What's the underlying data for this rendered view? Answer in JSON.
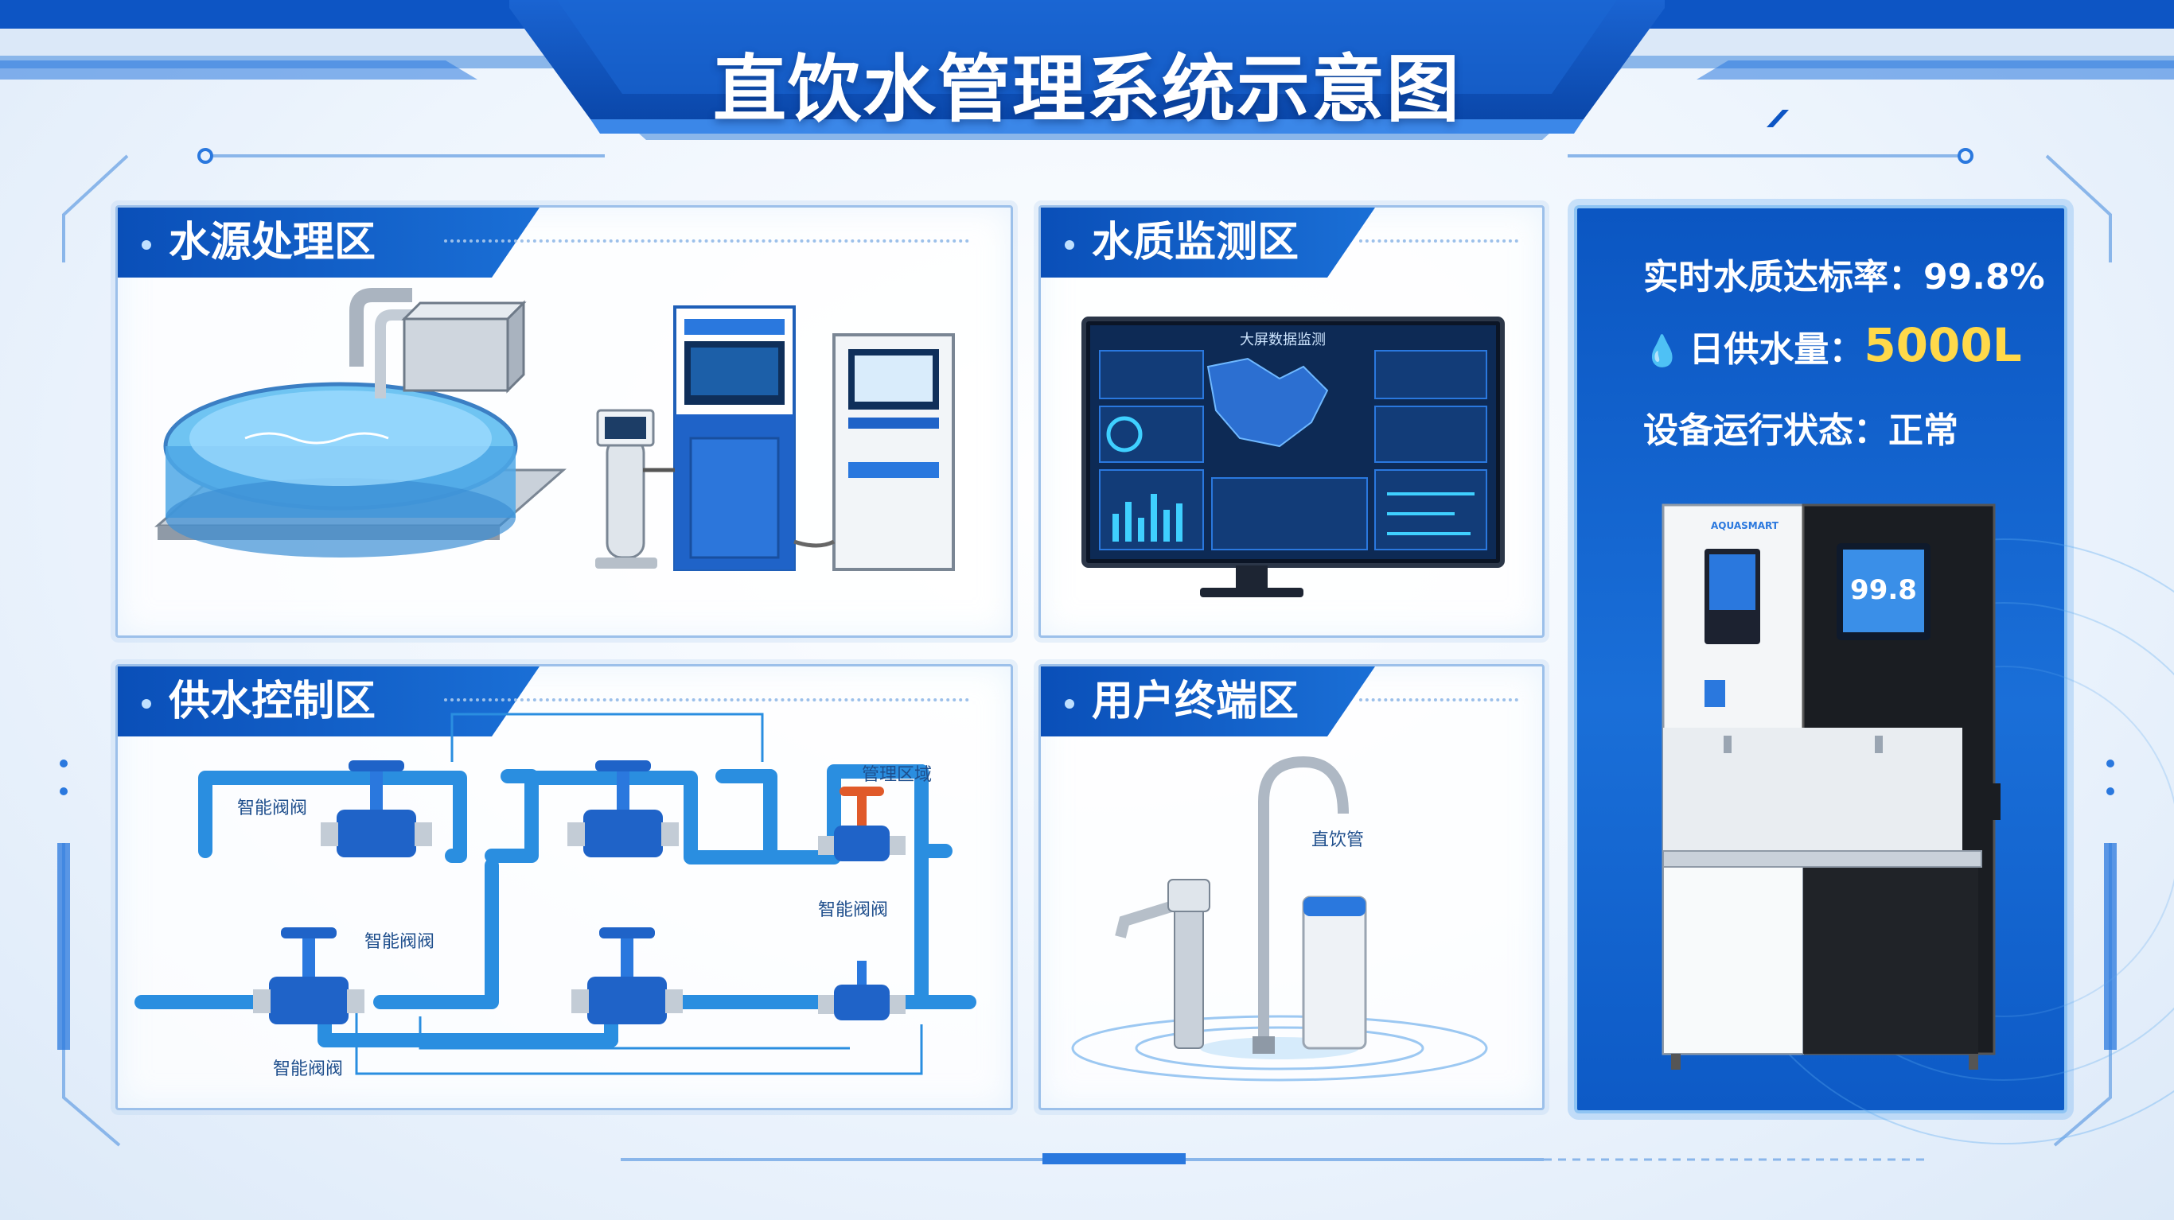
{
  "title": "直饮水管理系统示意图",
  "panels": {
    "source": {
      "title": "水源处理区"
    },
    "monitor": {
      "title": "水质监测区",
      "screen_title": "大屏数据监测"
    },
    "control": {
      "title": "供水控制区",
      "labels": [
        "智能阀阀",
        "智能阀阀",
        "智能阀阀",
        "管理区域",
        "智能阀阀"
      ]
    },
    "terminal": {
      "title": "用户终端区",
      "tap_label": "直饮管"
    }
  },
  "status": {
    "quality_label": "实时水质达标率：",
    "quality_value": "99.8%",
    "supply_label": "日供水量：",
    "supply_value": "5000L",
    "device_label": "设备运行状态：",
    "device_value": "正常"
  },
  "dispenser": {
    "brand": "AQUASMART",
    "display_value": "99.8"
  },
  "colors": {
    "primary": "#0b56c2",
    "accent": "#1a6fd6",
    "highlight": "#ffd94a",
    "pipe": "#2a8ee0"
  }
}
